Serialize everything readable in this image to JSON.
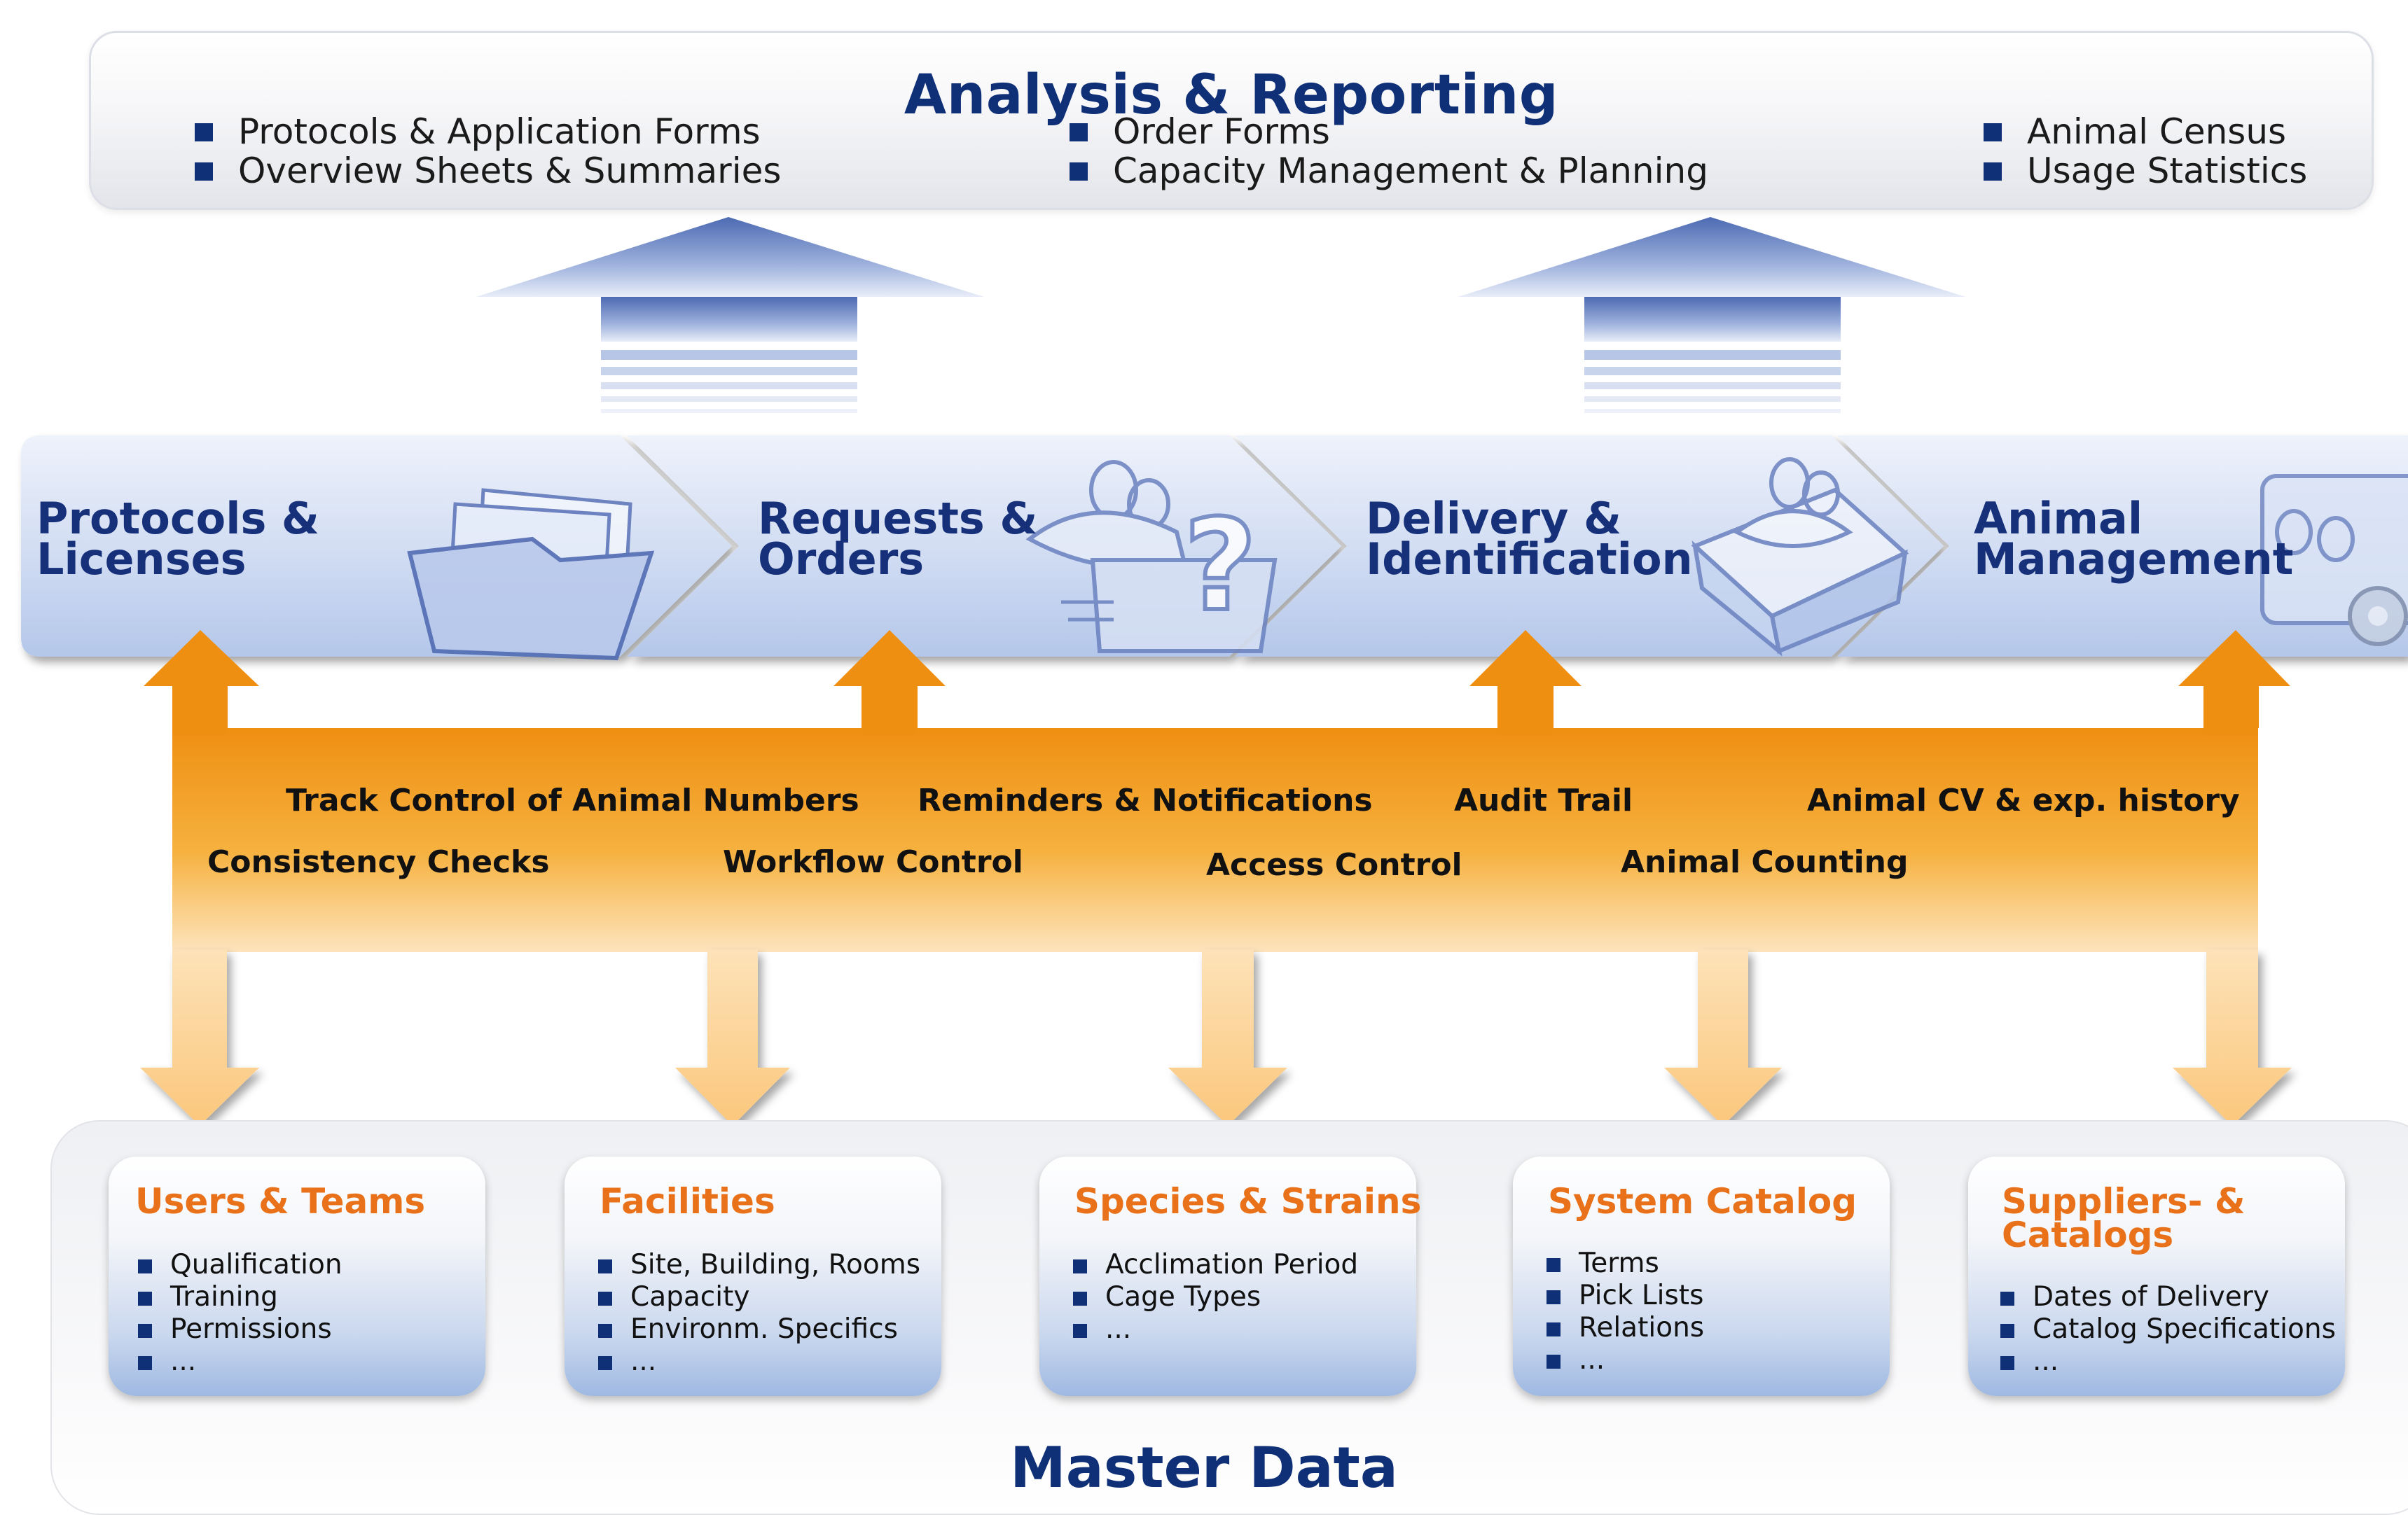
{
  "analysis": {
    "title": "Analysis & Reporting",
    "col1": [
      "Protocols & Application Forms",
      "Overview Sheets & Summaries"
    ],
    "col2": [
      "Order Forms",
      "Capacity Management & Planning"
    ],
    "col3": [
      "Animal Census",
      "Usage Statistics"
    ]
  },
  "process": {
    "step1": {
      "line1": "Protocols &",
      "line2": "Licenses",
      "icon": "folder-icon"
    },
    "step2": {
      "line1": "Requests &",
      "line2": "Orders",
      "icon": "mouse-question-icon"
    },
    "step3": {
      "line1": "Delivery &",
      "line2": "Identification",
      "icon": "mouse-box-icon"
    },
    "step4": {
      "line1": "Animal",
      "line2": "Management",
      "icon": "monitor-gear-icon"
    }
  },
  "features": {
    "row1": [
      "Track Control of Animal Numbers",
      "Reminders & Notifications",
      "Audit Trail",
      "Animal CV & exp. history"
    ],
    "row2": [
      "Consistency Checks",
      "Workflow Control",
      "Access Control",
      "Animal Counting"
    ]
  },
  "master_data": {
    "title": "Master Data",
    "boxes": [
      {
        "title": "Users & Teams",
        "items": [
          "Qualification",
          "Training",
          "Permissions",
          "..."
        ]
      },
      {
        "title": "Facilities",
        "items": [
          "Site, Building, Rooms",
          "Capacity",
          "Environm. Specifics",
          "..."
        ]
      },
      {
        "title": "Species & Strains",
        "items": [
          "Acclimation Period",
          "Cage Types",
          "..."
        ]
      },
      {
        "title": "System Catalog",
        "items": [
          "Terms",
          "Pick Lists",
          "Relations",
          "..."
        ]
      },
      {
        "title_line1": "Suppliers- &",
        "title_line2": "Catalogs",
        "items": [
          "Dates of Delivery",
          "Catalog Specifications",
          "..."
        ]
      }
    ]
  },
  "colors": {
    "navy": "#0f2f77",
    "orange_title": "#e8711a",
    "band_orange": "#f39c1c",
    "chevron_blue": "#c6d5f0"
  }
}
